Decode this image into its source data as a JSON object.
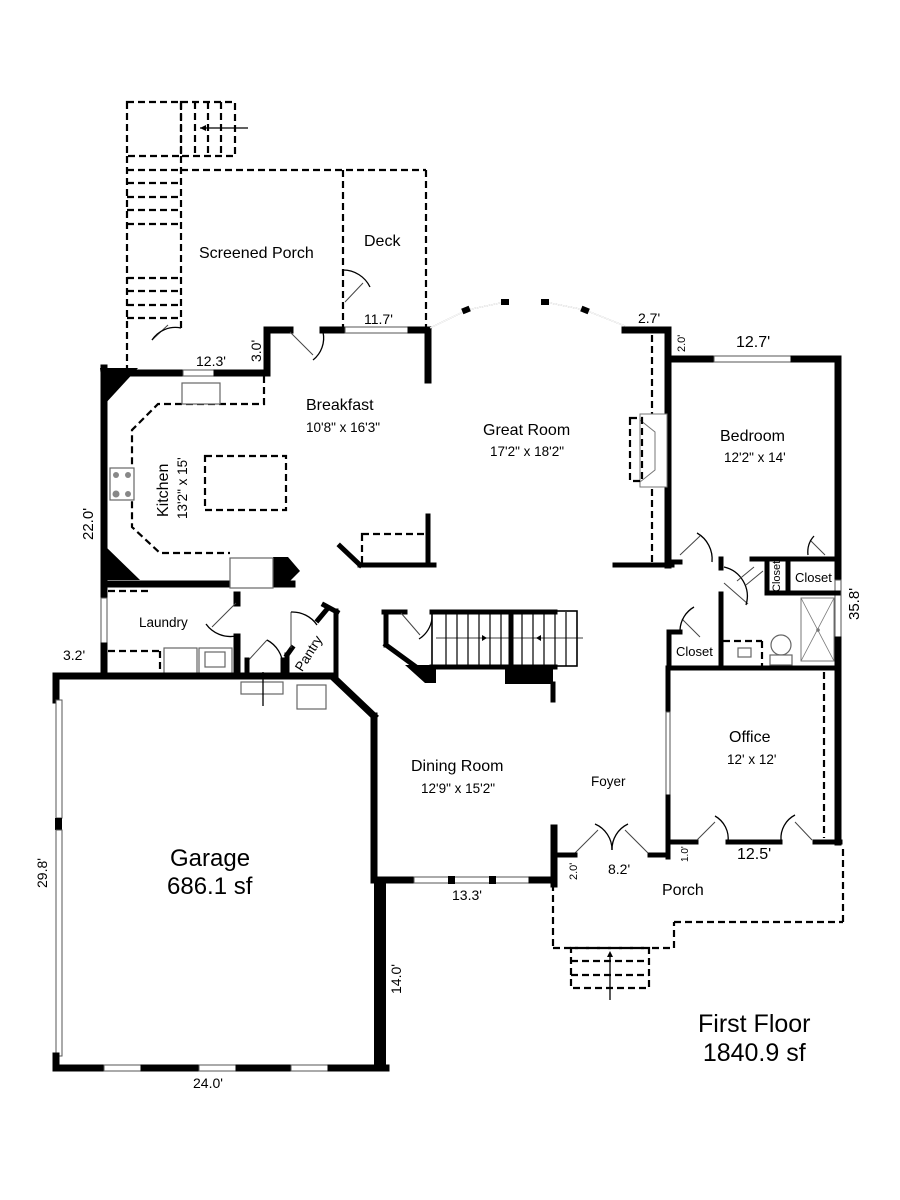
{
  "plan": {
    "title": "First Floor",
    "total_area": "1840.9 sf"
  },
  "rooms": {
    "screened_porch": {
      "name": "Screened Porch"
    },
    "deck": {
      "name": "Deck"
    },
    "breakfast": {
      "name": "Breakfast",
      "dims": "10'8\" x 16'3\""
    },
    "great_room": {
      "name": "Great Room",
      "dims": "17'2\" x 18'2\""
    },
    "bedroom": {
      "name": "Bedroom",
      "dims": "12'2\" x 14'"
    },
    "kitchen": {
      "name": "Kitchen",
      "dims": "13'2\" x 15'"
    },
    "laundry": {
      "name": "Laundry"
    },
    "pantry": {
      "name": "Pantry"
    },
    "closet_small": {
      "name": "Closet"
    },
    "closet_right": {
      "name": "Closet"
    },
    "closet_left": {
      "name": "Closet"
    },
    "garage": {
      "name": "Garage",
      "area": "686.1 sf"
    },
    "dining_room": {
      "name": "Dining Room",
      "dims": "12'9\" x 15'2\""
    },
    "foyer": {
      "name": "Foyer"
    },
    "office": {
      "name": "Office",
      "dims": "12' x 12'"
    },
    "porch": {
      "name": "Porch"
    }
  },
  "dimensions": {
    "kitchen_window": "12.3'",
    "breakfast_jog": "3.0'",
    "deck_window": "11.7'",
    "great_room_jog": "2.7'",
    "bedroom_jog": "2.0'",
    "bedroom_window": "12.7'",
    "kitchen_wall": "22.0'",
    "laundry_wall": "3.2'",
    "right_wall": "35.8'",
    "garage_side": "29.8'",
    "garage_front_jog": "14.0'",
    "garage_front": "24.0'",
    "dining_window": "13.3'",
    "foyer_jog": "2.0'",
    "entry_doors": "8.2'",
    "office_jog": "1.0'",
    "office_front": "12.5'"
  }
}
